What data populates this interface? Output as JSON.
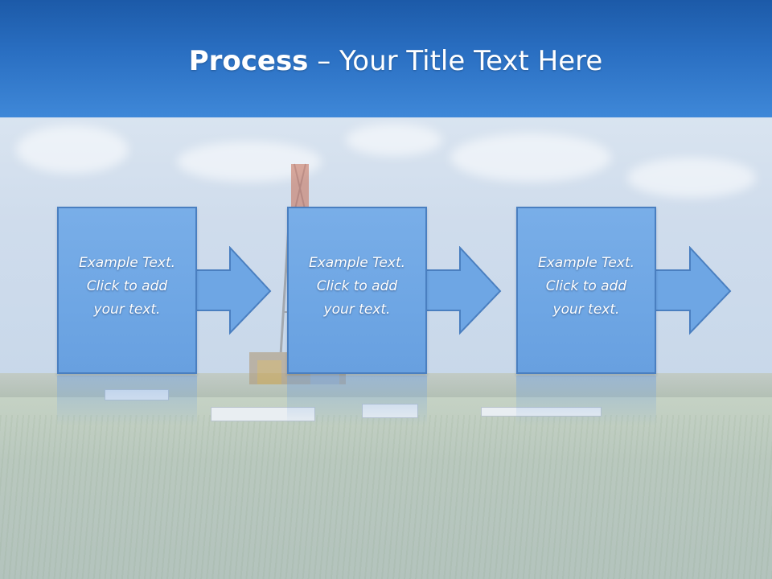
{
  "slide": {
    "title_bold": "Process",
    "title_rest": " – Your Title Text Here"
  },
  "steps": [
    {
      "text": "Example Text.\nClick  to add\nyour text."
    },
    {
      "text": "Example Text.\nClick  to add\nyour text."
    },
    {
      "text": "Example Text.\nClick  to add\nyour text."
    }
  ],
  "colors": {
    "header": "#2a6fc2",
    "box": "#6ea6e4",
    "box_border": "#4a7fc0",
    "text": "#ffffff"
  },
  "background": {
    "image": "oil-drilling-rig-in-grass-field"
  }
}
